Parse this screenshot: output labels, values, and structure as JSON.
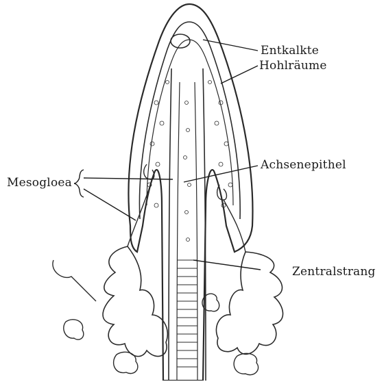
{
  "figure": {
    "labels": {
      "entkalkte": "Entkalkte",
      "hohlraeume": "Hohlräume",
      "achsenepithel": "Achsenepithel",
      "mesogloea": "Mesogloea",
      "zentralstrang": "Zentralstrang"
    }
  }
}
